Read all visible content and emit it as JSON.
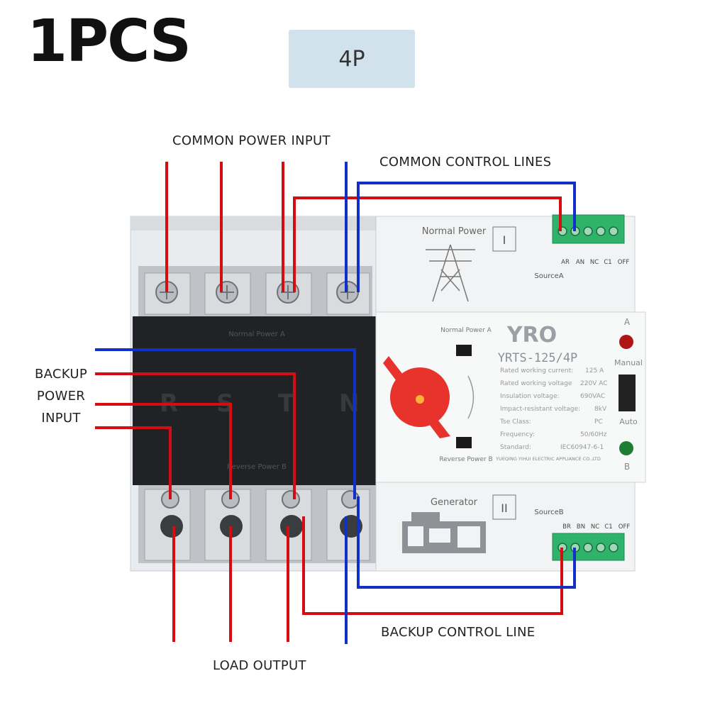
{
  "header": {
    "quantity": "1PCS",
    "variant": "4P"
  },
  "callouts": {
    "common_power_input": "COMMON POWER INPUT",
    "common_control_lines": "COMMON CONTROL LINES",
    "backup_power_input": [
      "BACKUP",
      "POWER",
      "INPUT"
    ],
    "backup_control_line": "BACKUP CONTROL LINE",
    "load_output": "LOAD OUTPUT"
  },
  "device": {
    "brand": "YRO",
    "model": "YRTS-125/4P",
    "normal_power": "Normal Power",
    "normal_power_roman": "I",
    "generator": "Generator",
    "generator_roman": "II",
    "source_a": "SourceA",
    "source_b": "SourceB",
    "terminals_a": [
      "AR",
      "AN",
      "NC",
      "C1",
      "OFF"
    ],
    "terminals_b": [
      "BR",
      "BN",
      "NC",
      "C1",
      "OFF"
    ],
    "normal_power_a": "Normal Power A",
    "reverse_power_b": "Reverse Power B",
    "phase_letters": [
      "R",
      "S",
      "T",
      "N"
    ],
    "indicator_a": "A",
    "indicator_b": "B",
    "mode_manual": "Manual",
    "mode_auto": "Auto",
    "specs": [
      {
        "label": "Rated working current:",
        "value": "125 A"
      },
      {
        "label": "Rated working voltage",
        "value": "220V AC"
      },
      {
        "label": "Insulation voltage:",
        "value": "690VAC"
      },
      {
        "label": "Impact-resistant voltage:",
        "value": "8kV"
      },
      {
        "label": "Tse Class:",
        "value": "PC"
      },
      {
        "label": "Frequency:",
        "value": "50/60Hz"
      },
      {
        "label": "Standard:",
        "value": "IEC60947-6-1"
      }
    ],
    "maker": "YUEQING YIHUI ELECTRIC APPLIANCE CO.,LTD"
  },
  "colors": {
    "phase_wire": "#d40d12",
    "neutral_wire": "#1030c8",
    "terminal_green": "#2fb36a",
    "handle": "#e8332c"
  }
}
